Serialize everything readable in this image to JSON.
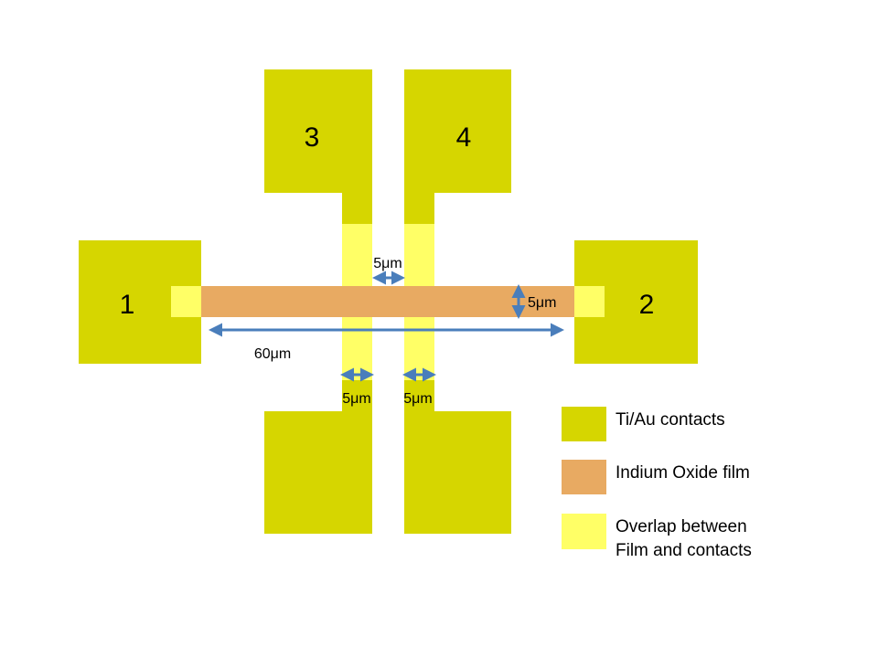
{
  "colors": {
    "contact": "#d6d600",
    "overlap": "#ffff66",
    "film": "#e8aa62",
    "arrow": "#4a7ebb",
    "text": "#000000",
    "background": "#ffffff"
  },
  "pads": {
    "pad_1": "1",
    "pad_2": "2",
    "pad_3": "3",
    "pad_4": "4"
  },
  "dimensions": {
    "gap_top": "5μm",
    "film_width": "5μm",
    "film_length": "60μm",
    "lower_left": "5μm",
    "lower_right": "5μm"
  },
  "legend": {
    "items": [
      {
        "label": "Ti/Au contacts",
        "color_key": "contact"
      },
      {
        "label": "Indium Oxide film",
        "color_key": "film"
      },
      {
        "label_line1": "Overlap between",
        "label_line2": "Film and contacts",
        "color_key": "overlap"
      }
    ]
  }
}
